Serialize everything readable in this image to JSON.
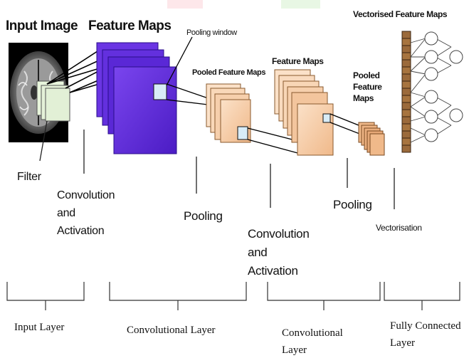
{
  "headers": {
    "input_image": "Input Image",
    "feature_maps_1": "Feature Maps",
    "pooling_window": "Pooling window",
    "pooled_feature_maps_1": "Pooled Feature Maps",
    "feature_maps_2": "Feature Maps",
    "pooled_feature_maps_2": [
      "Pooled",
      "Feature",
      "Maps"
    ],
    "vectorised_feature_maps": "Vectorised Feature Maps"
  },
  "steps": {
    "filter": "Filter",
    "conv_act_1": [
      "Convolution",
      "and",
      "Activation"
    ],
    "pooling_1": "Pooling",
    "conv_act_2": [
      "Convolution",
      "and",
      "Activation"
    ],
    "pooling_2": "Pooling",
    "vectorisation": "Vectorisation"
  },
  "layers": {
    "input": "Input Layer",
    "conv_1": "Convolutional Layer",
    "conv_2": [
      "Convolutional",
      "Layer"
    ],
    "fully_connected": [
      "Fully Connected",
      "Layer"
    ]
  },
  "colors": {
    "feature_map_purple": "#5e2bd9",
    "pooled_peach": "#f5c9a2",
    "filter_green": "#e2f0d6",
    "window_blue": "#d8ecf7",
    "vector_brown": "#9b6a3b"
  },
  "icons": {
    "mri": "brain-mri-scan-image"
  }
}
